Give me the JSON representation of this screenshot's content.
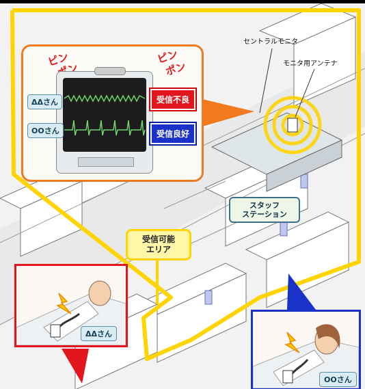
{
  "labels": {
    "central_monitor": "セントラルモニタ",
    "antenna": "モニタ用アンテナ",
    "staff_station": "スタッフ\nステーション",
    "reception_area": "受信可能\nエリア"
  },
  "monitor_inset": {
    "sound_left_1": "ピン",
    "sound_left_2": "ポン",
    "sound_right_1": "ピン",
    "sound_right_2": "ポン",
    "patient_a": "ΔΔさん",
    "patient_b": "OOさん",
    "status_bad": "受信不良",
    "status_good": "受信良好"
  },
  "patients": {
    "left_name": "ΔΔさん",
    "right_name": "OOさん"
  },
  "colors": {
    "area_border": "#ffd400",
    "inset_border": "#f07a1d",
    "bad": "#e3161e",
    "good": "#1b32c9"
  }
}
